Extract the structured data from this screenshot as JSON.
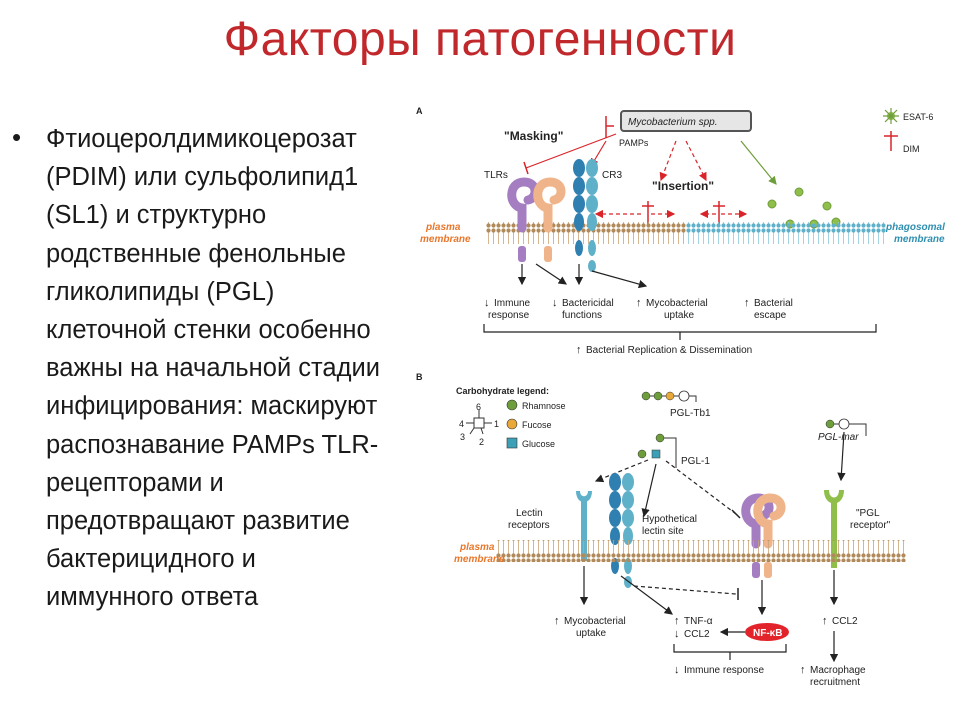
{
  "slide": {
    "title": "Факторы патогенности",
    "bullet": "Фтиоцеролдимикоцерозат (PDIM) или сульфолипид1 (SL1) и структурно родственные фенольные гликолипиды (PGL) клеточной стенки особенно важны на начальной стадии инфицирования: маскируют распознавание PAMPs TLR-рецепторами и предотвращают развитие бактерицидного и иммунного ответа",
    "bullet_lines": "Фтиоцеролдимикоцерозат\n(PDIM) или сульфолипид1\n(SL1) и структурно\nродственные фенольные\nгликолипиды (PGL)\nклеточной стенки особенно\nважны на начальной стадии\nинфицирования: маскируют\nраспознавание PAMPs TLR-\nрецепторами и\nпредотвращают развитие\nбактерицидного и\nиммунного ответа"
  },
  "figure_a": {
    "panel_label": "A",
    "mycobacterium": "Mycobacterium spp.",
    "pamps": "PAMPs",
    "masking": "\"Masking\"",
    "insertion": "\"Insertion\"",
    "tlrs": "TLRs",
    "cr3": "CR3",
    "esat6": "ESAT-6",
    "dim": "DIM",
    "plasma": "plasma",
    "membrane": "membrane",
    "phagosomal": "phagosomal",
    "phagosomal_membrane": "membrane",
    "out1_l1": "Immune",
    "out1_l2": "response",
    "out2_l1": "Bactericidal",
    "out2_l2": "functions",
    "out3_l1": "Mycobacterial",
    "out3_l2": "uptake",
    "out4_l1": "Bacterial",
    "out4_l2": "escape",
    "bottom": "Bacterial Replication & Dissemination"
  },
  "figure_b": {
    "panel_label": "B",
    "legend_title": "Carbohydrate legend:",
    "rhamnose": "Rhamnose",
    "fucose": "Fucose",
    "glucose": "Glucose",
    "pos6": "6",
    "pos4": "4",
    "pos3": "3",
    "pos2": "2",
    "pos1": "1",
    "pgl_tb1": "PGL-Tb1",
    "pgl_1": "PGL-1",
    "pgl_mar": "PGL-mar",
    "lectin_l1": "Lectin",
    "lectin_l2": "receptors",
    "hyp_l1": "Hypothetical",
    "hyp_l2": "lectin site",
    "pglr_l1": "\"PGL",
    "pglr_l2": "receptor\"",
    "plasma": "plasma",
    "membrane": "membrane",
    "myco_l1": "Mycobacterial",
    "myco_l2": "uptake",
    "tnf": "TNF-α",
    "ccl2": "CCL2",
    "nfkb": "NF-κB",
    "ccl2_right": "CCL2",
    "immune": "Immune response",
    "macro_l1": "Macrophage",
    "macro_l2": "recruitment"
  },
  "colors": {
    "title": "#c0282c",
    "rhamnose": "#6e9e3c",
    "fucose": "#e8a93a",
    "glucose": "#3ea0b6",
    "membrane_label": "#e8762b",
    "phagosomal_label": "#2f8fb0",
    "arrow_red": "#d9252a",
    "nfkb_fill": "#e2242a"
  }
}
